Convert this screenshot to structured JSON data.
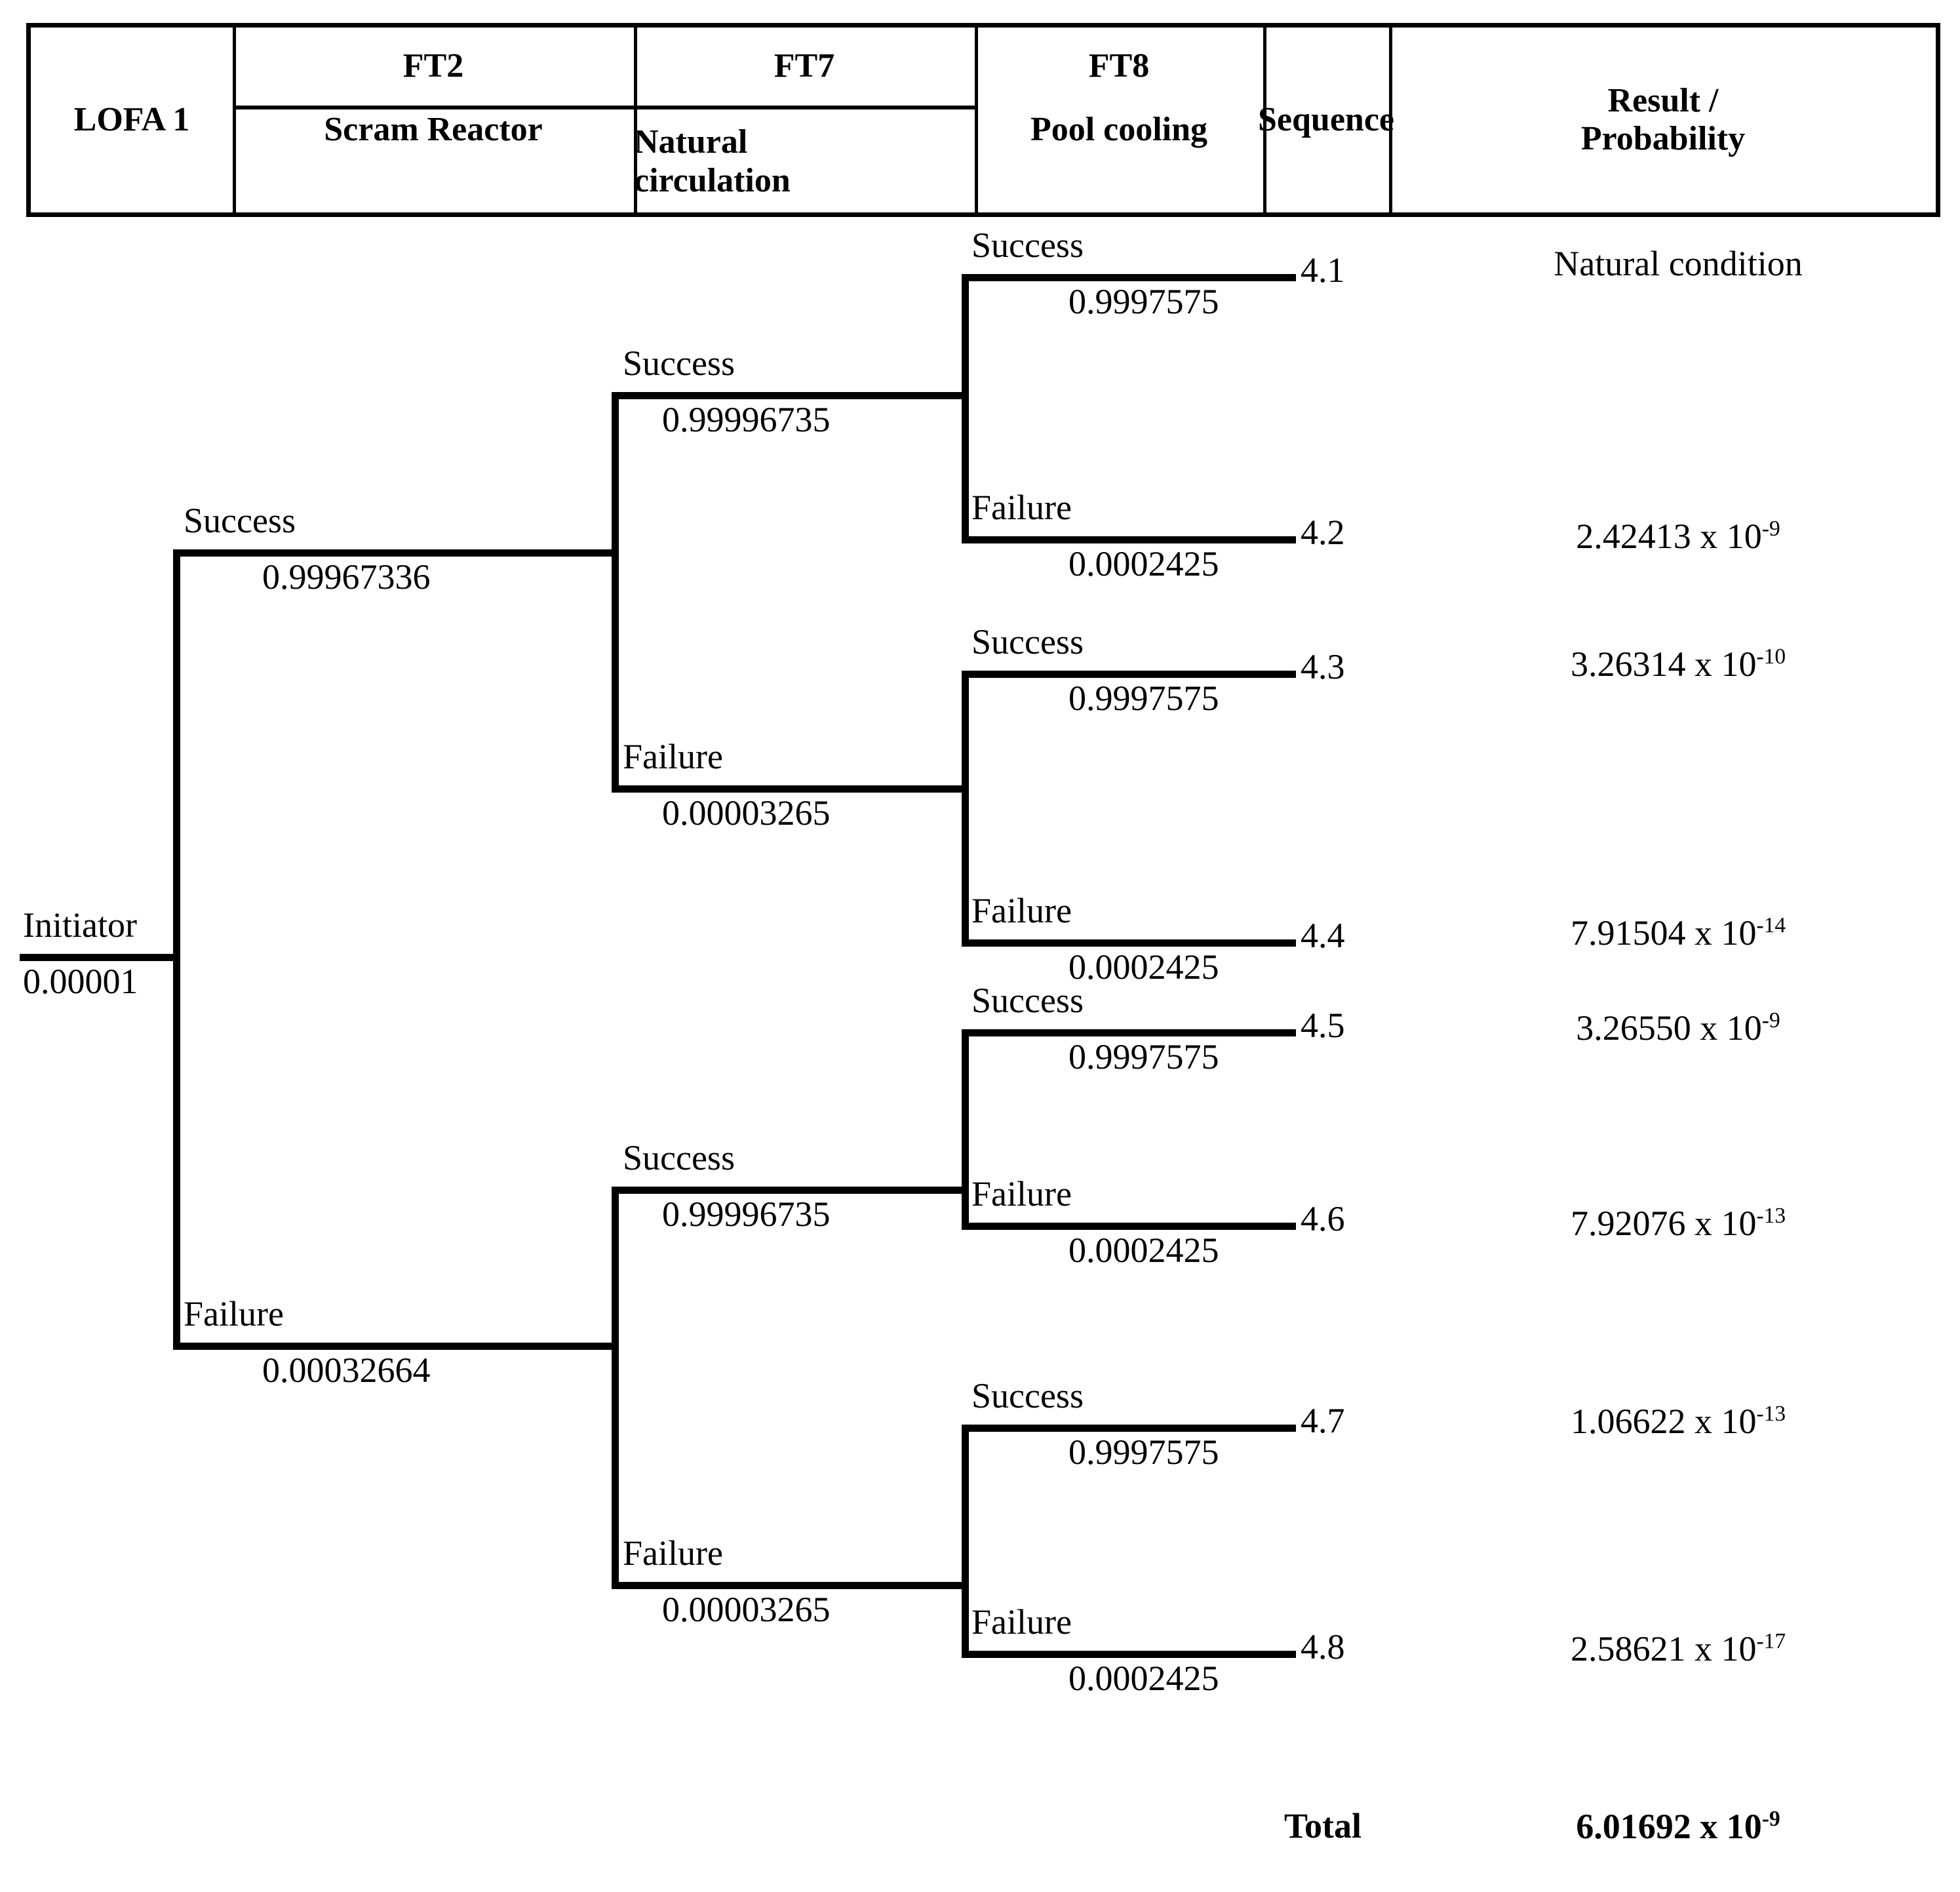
{
  "header": {
    "columns": [
      {
        "code": "",
        "name": "LOFA 1"
      },
      {
        "code": "FT2",
        "name": "Scram Reactor"
      },
      {
        "code": "FT7",
        "name": "Natural circulation"
      },
      {
        "code": "FT8",
        "name": "Pool cooling"
      },
      {
        "code": "",
        "name": "Sequence"
      },
      {
        "code": "",
        "name": "Result / Probability"
      }
    ],
    "col_lofa": "LOFA 1",
    "col_ft2_code": "FT2",
    "col_ft2_name": "Scram Reactor",
    "col_ft7_code": "FT7",
    "col_ft7_name_l1": "Natural",
    "col_ft7_name_l2": "circulation",
    "col_ft8_code": "FT8",
    "col_ft8_name": "Pool cooling",
    "col_sequence": "Sequence",
    "col_result_l1": "Result /",
    "col_result_l2": "Probability"
  },
  "initiator": {
    "label": "Initiator",
    "probability": "0.00001"
  },
  "labels": {
    "success": "Success",
    "failure": "Failure"
  },
  "ft2": {
    "success_label": "Success",
    "success_prob": "0.99967336",
    "failure_label": "Failure",
    "failure_prob": "0.00032664"
  },
  "ft7": {
    "upper_success_label": "Success",
    "upper_success_prob": "0.99996735",
    "upper_failure_label": "Failure",
    "upper_failure_prob": "0.00003265",
    "lower_success_label": "Success",
    "lower_success_prob": "0.99996735",
    "lower_failure_label": "Failure",
    "lower_failure_prob": "0.00003265"
  },
  "branches": [
    {
      "id": "b1",
      "event": "Success",
      "prob": "0.9997575",
      "sequence": "4.1",
      "result_mantissa": "Natural condition",
      "result_exp": "",
      "is_text": true
    },
    {
      "id": "b2",
      "event": "Failure",
      "prob": "0.0002425",
      "sequence": "4.2",
      "result_mantissa": "2.42413 x 10",
      "result_exp": "-9",
      "is_text": false
    },
    {
      "id": "b3",
      "event": "Success",
      "prob": "0.9997575",
      "sequence": "4.3",
      "result_mantissa": "3.26314 x 10",
      "result_exp": "-10",
      "is_text": false
    },
    {
      "id": "b4",
      "event": "Failure",
      "prob": "0.0002425",
      "sequence": "4.4",
      "result_mantissa": "7.91504 x 10",
      "result_exp": "-14",
      "is_text": false
    },
    {
      "id": "b5",
      "event": "Success",
      "prob": "0.9997575",
      "sequence": "4.5",
      "result_mantissa": "3.26550 x 10",
      "result_exp": "-9",
      "is_text": false
    },
    {
      "id": "b6",
      "event": "Failure",
      "prob": "0.0002425",
      "sequence": "4.6",
      "result_mantissa": "7.92076 x 10",
      "result_exp": "-13",
      "is_text": false
    },
    {
      "id": "b7",
      "event": "Success",
      "prob": "0.9997575",
      "sequence": "4.7",
      "result_mantissa": "1.06622 x 10",
      "result_exp": "-13",
      "is_text": false
    },
    {
      "id": "b8",
      "event": "Failure",
      "prob": "0.0002425",
      "sequence": "4.8",
      "result_mantissa": "2.58621 x 10",
      "result_exp": "-17",
      "is_text": false
    }
  ],
  "total": {
    "label": "Total",
    "value_mantissa": "6.01692 x 10",
    "value_exp": "-9"
  },
  "chart_data": {
    "type": "table",
    "title": "LOFA 1 Event Tree",
    "columns": [
      "LOFA 1",
      "FT2 Scram Reactor",
      "FT7 Natural circulation",
      "FT8 Pool cooling",
      "Sequence",
      "Result / Probability"
    ],
    "initiator_probability": 1e-05,
    "rows": [
      {
        "sequence": "4.1",
        "ft2": "Success",
        "ft2_p": 0.99967336,
        "ft7": "Success",
        "ft7_p": 0.99996735,
        "ft8": "Success",
        "ft8_p": 0.9997575,
        "result": "Natural condition"
      },
      {
        "sequence": "4.2",
        "ft2": "Success",
        "ft2_p": 0.99967336,
        "ft7": "Success",
        "ft7_p": 0.99996735,
        "ft8": "Failure",
        "ft8_p": 0.0002425,
        "result": "2.42413e-9"
      },
      {
        "sequence": "4.3",
        "ft2": "Success",
        "ft2_p": 0.99967336,
        "ft7": "Failure",
        "ft7_p": 3.265e-05,
        "ft8": "Success",
        "ft8_p": 0.9997575,
        "result": "3.26314e-10"
      },
      {
        "sequence": "4.4",
        "ft2": "Success",
        "ft2_p": 0.99967336,
        "ft7": "Failure",
        "ft7_p": 3.265e-05,
        "ft8": "Failure",
        "ft8_p": 0.0002425,
        "result": "7.91504e-14"
      },
      {
        "sequence": "4.5",
        "ft2": "Failure",
        "ft2_p": 0.00032664,
        "ft7": "Success",
        "ft7_p": 0.99996735,
        "ft8": "Success",
        "ft8_p": 0.9997575,
        "result": "3.26550e-9"
      },
      {
        "sequence": "4.6",
        "ft2": "Failure",
        "ft2_p": 0.00032664,
        "ft7": "Success",
        "ft7_p": 0.99996735,
        "ft8": "Failure",
        "ft8_p": 0.0002425,
        "result": "7.92076e-13"
      },
      {
        "sequence": "4.7",
        "ft2": "Failure",
        "ft2_p": 0.00032664,
        "ft7": "Failure",
        "ft7_p": 3.265e-05,
        "ft8": "Success",
        "ft8_p": 0.9997575,
        "result": "1.06622e-13"
      },
      {
        "sequence": "4.8",
        "ft2": "Failure",
        "ft2_p": 0.00032664,
        "ft7": "Failure",
        "ft7_p": 3.265e-05,
        "ft8": "Failure",
        "ft8_p": 0.0002425,
        "result": "2.58621e-17"
      }
    ],
    "total": "6.01692e-9"
  }
}
